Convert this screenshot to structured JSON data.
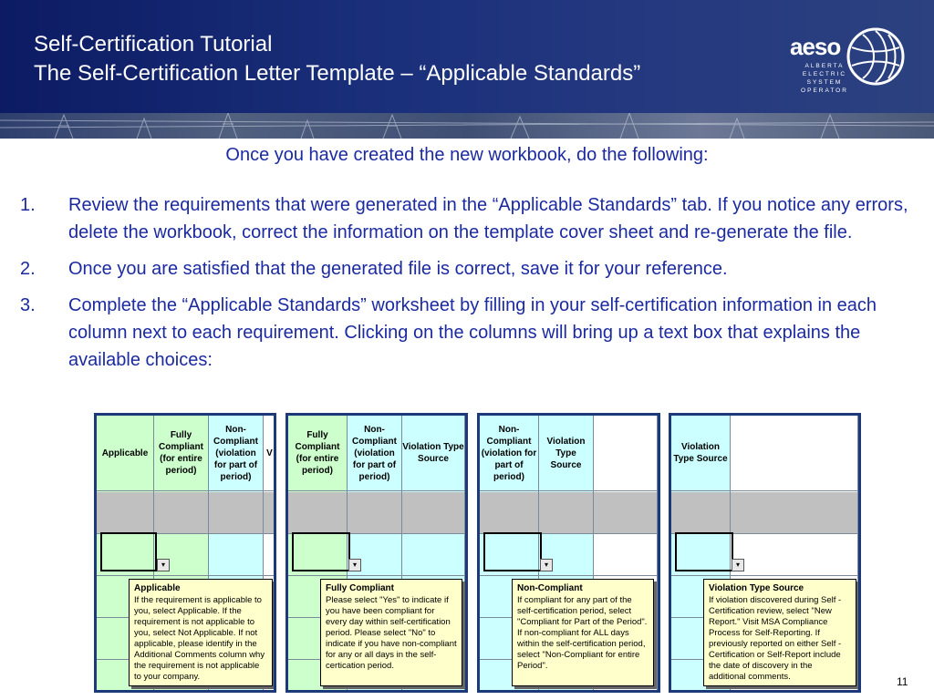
{
  "header": {
    "title_line1": "Self-Certification Tutorial",
    "title_line2": "The Self-Certification Letter Template – “Applicable Standards”",
    "logo_text": "aeso",
    "logo_subtitle": "ALBERTA ELECTRIC SYSTEM OPERATOR",
    "logo_icon": "swirl-logo-icon"
  },
  "intro": "Once you have created the new workbook, do the following:",
  "steps": [
    {
      "num": "1.",
      "text": "Review the requirements that were generated in the “Applicable Standards” tab.  If you notice any errors, delete the workbook, correct the information on the template cover sheet and re-generate the file."
    },
    {
      "num": "2.",
      "text": "Once you are satisfied that the generated file is correct, save it for your reference."
    },
    {
      "num": "3.",
      "text": "Complete the “Applicable Standards” worksheet by filling in your self-certification information in each column next to each requirement.  Clicking on the columns will bring up a text box that explains the available choices:"
    }
  ],
  "panels": [
    {
      "headers": [
        "Applicable",
        "Fully Compliant (for entire period)",
        "Non-Compliant (violation for part of period)",
        "V"
      ],
      "tooltip_title": "Applicable",
      "tooltip_body": "If the requirement is applicable to you, select Applicable.  If the requirement is not applicable to you, select Not Applicable.  If not applicable, please identify in the Additional Comments column why the requirement is not applicable to your company."
    },
    {
      "headers": [
        "Fully Compliant (for entire period)",
        "Non-Compliant (violation for part of period)",
        "Violation Type Source"
      ],
      "tooltip_title": "Fully Compliant",
      "tooltip_body": "Please select \"Yes\" to indicate if you have been compliant for every day within self-certification period.  Please select \"No\" to indicate if you have non-compliant for any or all days in the self-certication period."
    },
    {
      "headers": [
        "Non-Compliant (violation for part of period)",
        "Violation Type Source",
        ""
      ],
      "tooltip_title": "Non-Compliant",
      "tooltip_body": "If compliant for any part of the self-certification period, select \"Compliant for Part of the Period\".  If non-compliant for ALL  days within the self-certification period, select \"Non-Compliant for entire  Period\"."
    },
    {
      "headers": [
        "Violation Type Source",
        ""
      ],
      "tooltip_title": "Violation Type Source",
      "tooltip_body": "If violation discovered during Self -Certification review, select \"New Report.\" Visit MSA Compliance Process for Self-Reporting.  If previously reported on either Self -Certification or Self-Report include the date of discovery in the additional comments."
    }
  ],
  "dropdown_glyph": "▾",
  "page_number": "11"
}
